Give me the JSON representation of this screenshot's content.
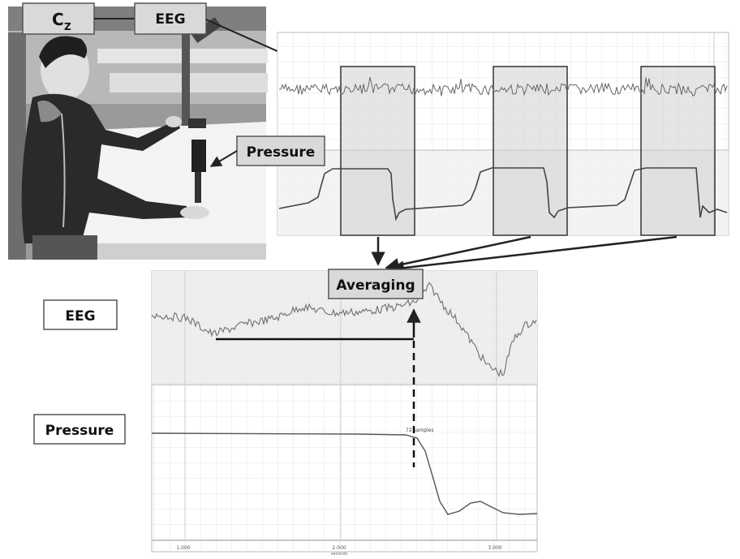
{
  "labels": {
    "cz_main": "C",
    "cz_sub": "Z",
    "eeg_top": "EEG",
    "pressure_top": "Pressure",
    "averaging": "Averaging",
    "eeg_left": "EEG",
    "pressure_left": "Pressure",
    "marker_text": "72 samples"
  },
  "axis": {
    "tick_1": "1.000",
    "tick_2": "2.000",
    "tick_3": "3.000",
    "unit": "seconds"
  },
  "colors": {
    "trace": "#777777",
    "window_fill": "#cfcfcf",
    "arrow": "#222222"
  }
}
